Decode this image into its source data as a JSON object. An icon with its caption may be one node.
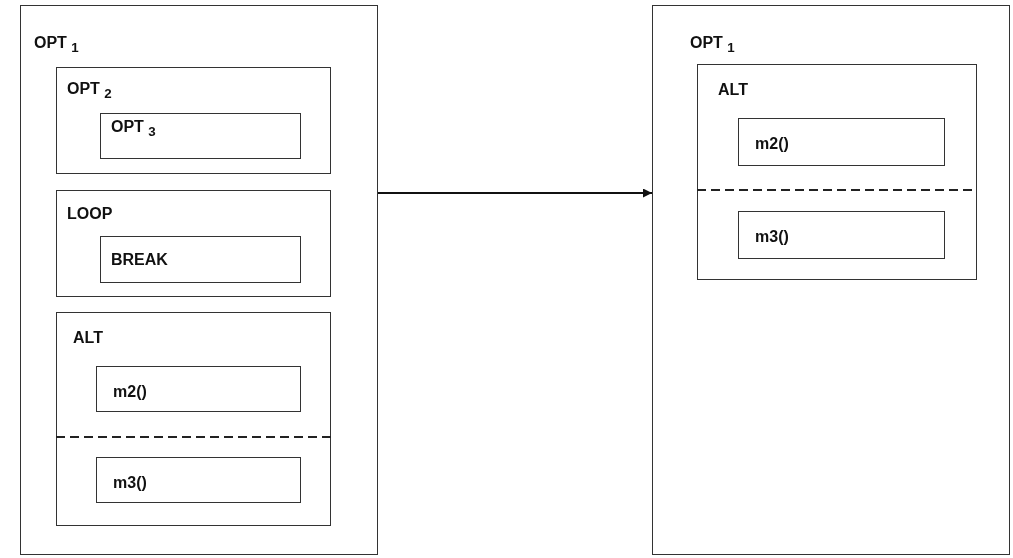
{
  "diagram": {
    "nodes": [
      {
        "text": [
          "OPT $_{1}$"
        ]
      },
      {
        "text": [
          "OPT $_{2}$"
        ],
        "in": 0
      },
      {
        "text": [
          "OPT $_{3}$"
        ],
        "in": 1
      },
      {
        "text": [
          "LOOP"
        ],
        "in": 0
      },
      {
        "text": [
          "BREAK"
        ],
        "in": 3
      },
      {
        "text": [
          "ALT"
        ],
        "in": 0
      },
      {
        "text": [
          "m2()"
        ],
        "in": 5
      },
      {
        "text": [
          "m3()"
        ],
        "in": 5
      },
      {
        "text": [
          "OPT $_{1}$"
        ]
      },
      {
        "text": [
          "ALT"
        ],
        "in": 8
      },
      {
        "text": [
          "m2()"
        ],
        "in": 9
      },
      {
        "text": [
          "m3()"
        ],
        "in": 9
      }
    ],
    "edges": [
      {
        "from": 0,
        "to": 8,
        "arrow": "to"
      }
    ]
  }
}
